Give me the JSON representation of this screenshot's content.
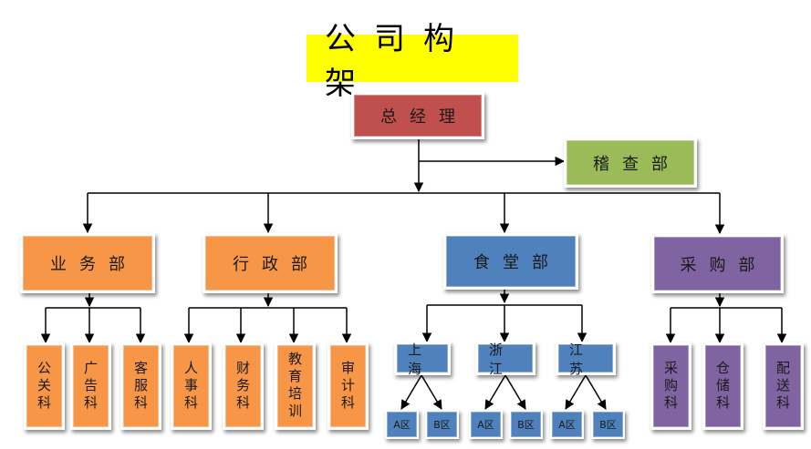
{
  "title": "公司构架",
  "colors": {
    "title_bg": "#ffff00",
    "ceo": "#c0504d",
    "audit": "#9bbb59",
    "orange": "#f79646",
    "blue": "#4f81bd",
    "purple": "#8064a2",
    "line": "#000000"
  },
  "ceo": "总经理",
  "audit": "稽查部",
  "departments": [
    {
      "label": "业务部",
      "children": [
        "公关科",
        "广告科",
        "客服科"
      ]
    },
    {
      "label": "行政部",
      "children": [
        "人事科",
        "财务科",
        "教育培训",
        "审计科"
      ]
    },
    {
      "label": "食堂部",
      "children": [
        {
          "label": "上海",
          "zones": [
            "A区",
            "B区"
          ]
        },
        {
          "label": "浙江",
          "zones": [
            "A区",
            "B区"
          ]
        },
        {
          "label": "江苏",
          "zones": [
            "A区",
            "B区"
          ]
        }
      ]
    },
    {
      "label": "采购部",
      "children": [
        "采购科",
        "仓储科",
        "配送科"
      ]
    }
  ]
}
